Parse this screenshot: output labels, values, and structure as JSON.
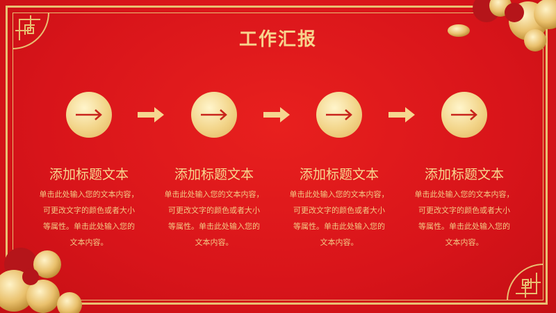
{
  "slide": {
    "title": "工作汇报"
  },
  "cards": [
    {
      "title": "添加标题文本",
      "body_lines": [
        "单击此处输入您的文本内容，",
        "可更改文字的颜色或者大小",
        "等属性。单击此处输入您的",
        "文本内容。"
      ]
    },
    {
      "title": "添加标题文本",
      "body_lines": [
        "单击此处输入您的文本内容，",
        "可更改文字的颜色或者大小",
        "等属性。单击此处输入您的",
        "文本内容。"
      ]
    },
    {
      "title": "添加标题文本",
      "body_lines": [
        "单击此处输入您的文本内容，",
        "可更改文字的颜色或者大小",
        "等属性。单击此处输入您的",
        "文本内容。"
      ]
    },
    {
      "title": "添加标题文本",
      "body_lines": [
        "单击此处输入您的文本内容，",
        "可更改文字的颜色或者大小",
        "等属性。单击此处输入您的",
        "文本内容。"
      ]
    }
  ],
  "icons": {
    "step": "arrow-right-icon",
    "connector": "arrow-right-icon",
    "ornament": "auspicious-cloud-icon",
    "corner": "lattice-corner-icon"
  },
  "colors": {
    "background": "#d8141a",
    "gold": "#e9bf72",
    "title_text": "#f7d58e",
    "body_text": "#f3c884",
    "arrow": "#c8241c"
  }
}
